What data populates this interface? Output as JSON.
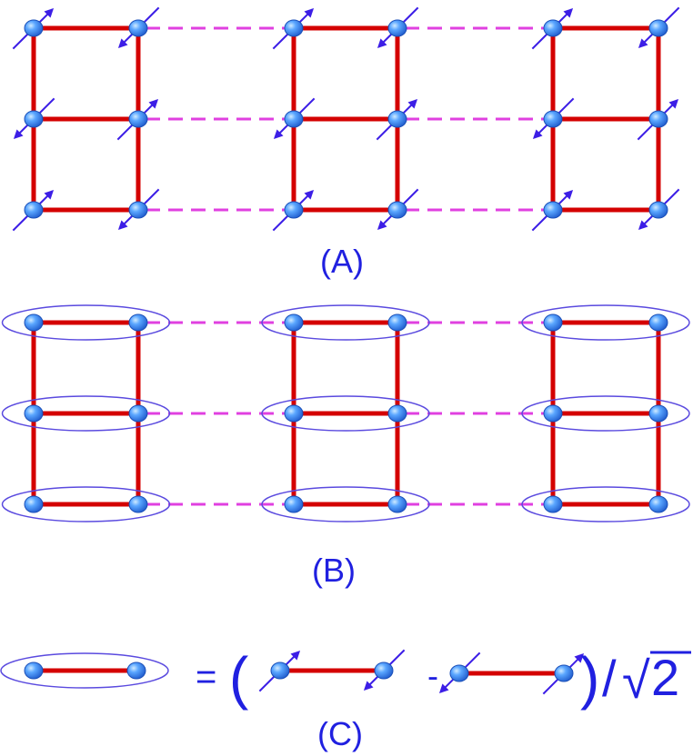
{
  "captions": {
    "a": "(A)",
    "b": "(B)",
    "c": "(C)"
  },
  "equation": {
    "equals": "=",
    "open_paren": "(",
    "minus": "-",
    "close_paren": ")",
    "divide": "/",
    "sqrt_symbol": "√",
    "two": "2"
  },
  "colors": {
    "rung_bond": "#d40000",
    "interladder_dashed": "#e040e0",
    "site_node": "#2f7de8",
    "spin_arrow": "#3c1ee6",
    "singlet_ellipse": "#5a4adf",
    "text": "#2020e0"
  },
  "panels": {
    "a": {
      "ladders": 3,
      "legs_per_ladder": 2,
      "rungs_per_ladder": 3,
      "interladder_links": "dashed"
    },
    "b": {
      "ladders": 3,
      "rungs_per_ladder": 3,
      "rung_singlets": true
    },
    "c": {
      "description_terms": 2
    }
  },
  "icons": {
    "site": "sphere-node-icon",
    "spin_up": "spin-up-arrow-icon",
    "spin_down": "spin-down-arrow-icon",
    "singlet": "singlet-ellipse-icon"
  }
}
